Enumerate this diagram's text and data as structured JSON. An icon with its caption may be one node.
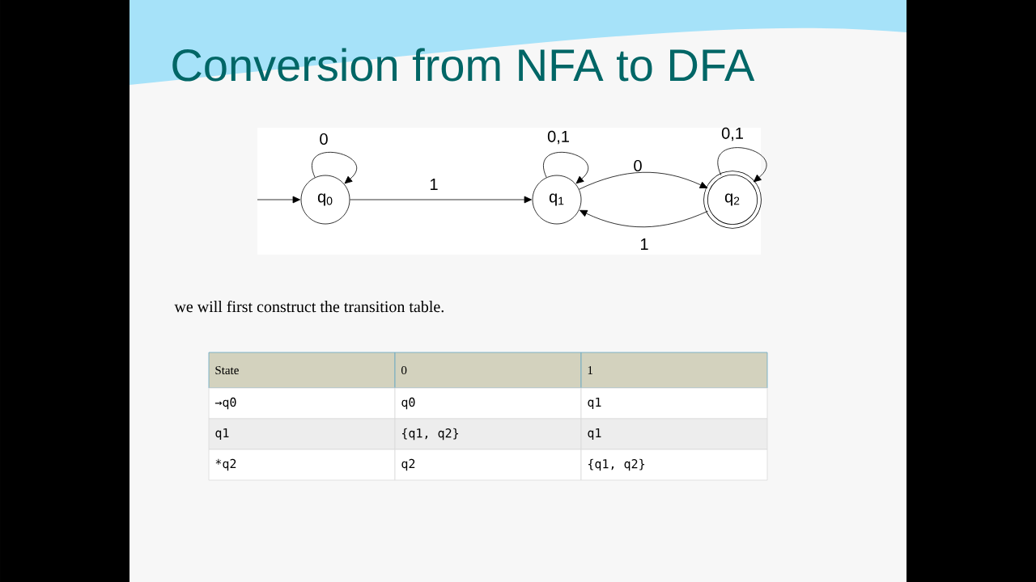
{
  "diagram": {
    "title": "Conversion from NFA to DFA",
    "nodes": [
      {
        "text": [
          "q$_{0}$"
        ]
      },
      {
        "text": [
          "q$_{1}$"
        ]
      },
      {
        "text": [
          "q$_{2}$"
        ]
      }
    ],
    "edges": [
      {
        "from": null,
        "to": 0,
        "arrow": "to"
      },
      {
        "from": 0,
        "to": 0,
        "arrow": "to",
        "label": "0"
      },
      {
        "from": 0,
        "to": 1,
        "arrow": "to",
        "label": "1"
      },
      {
        "from": 1,
        "to": 1,
        "arrow": "to",
        "label": "0,1"
      },
      {
        "from": 1,
        "to": 2,
        "arrow": "to",
        "label": "0"
      },
      {
        "from": 2,
        "to": 1,
        "arrow": "to",
        "label": "1"
      },
      {
        "from": 2,
        "to": 2,
        "arrow": "to",
        "label": "0,1"
      }
    ],
    "labels": [
      "we will first construct the transition table.",
      "State",
      "0",
      "1",
      "→q0",
      "q0",
      "q1",
      "q1",
      "{q1, q2}",
      "q1",
      "*q2",
      "q2",
      "{q1, q2}"
    ]
  }
}
